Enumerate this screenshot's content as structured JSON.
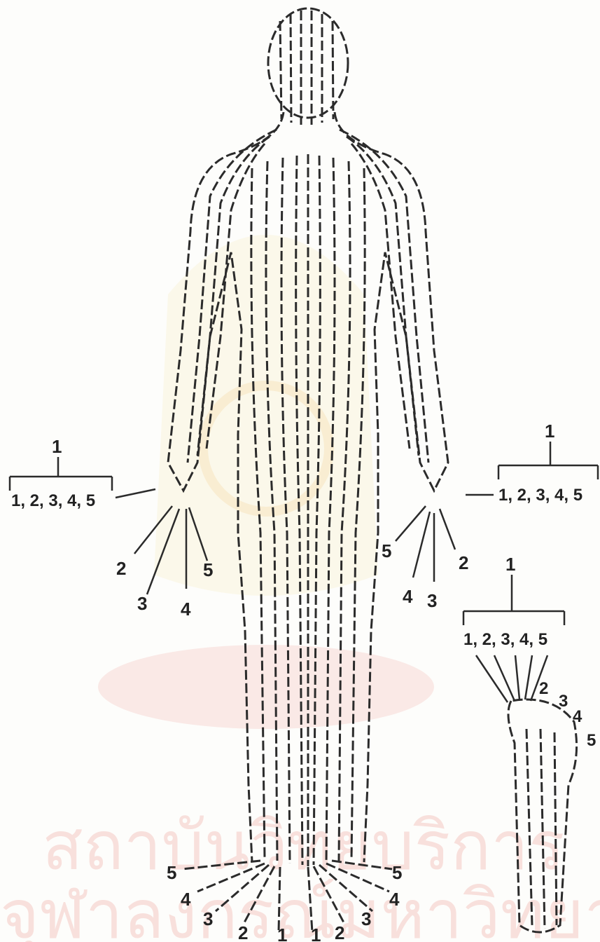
{
  "watermark": {
    "line1": "สถาบันวิทยบริการ",
    "line2": "จุฬาลงกรณ์มหาวิทยาลัย",
    "color": "#f4c9c4"
  },
  "left_hand": {
    "group_top": "1",
    "group_members": "1, 2, 3, 4, 5",
    "fingers": [
      "2",
      "3",
      "4",
      "5"
    ]
  },
  "right_hand": {
    "group_top": "1",
    "group_members": "1, 2, 3, 4, 5",
    "fingers": [
      "5",
      "4",
      "3",
      "2"
    ]
  },
  "foot_detail": {
    "group_top": "1",
    "group_members": "1, 2, 3, 4, 5",
    "toes": [
      "2",
      "3",
      "4",
      "5"
    ]
  },
  "feet_bottom": {
    "left": [
      "5",
      "4",
      "3",
      "2",
      "1"
    ],
    "right": [
      "1",
      "2",
      "3",
      "4",
      "5"
    ]
  },
  "line_color": "#333333"
}
